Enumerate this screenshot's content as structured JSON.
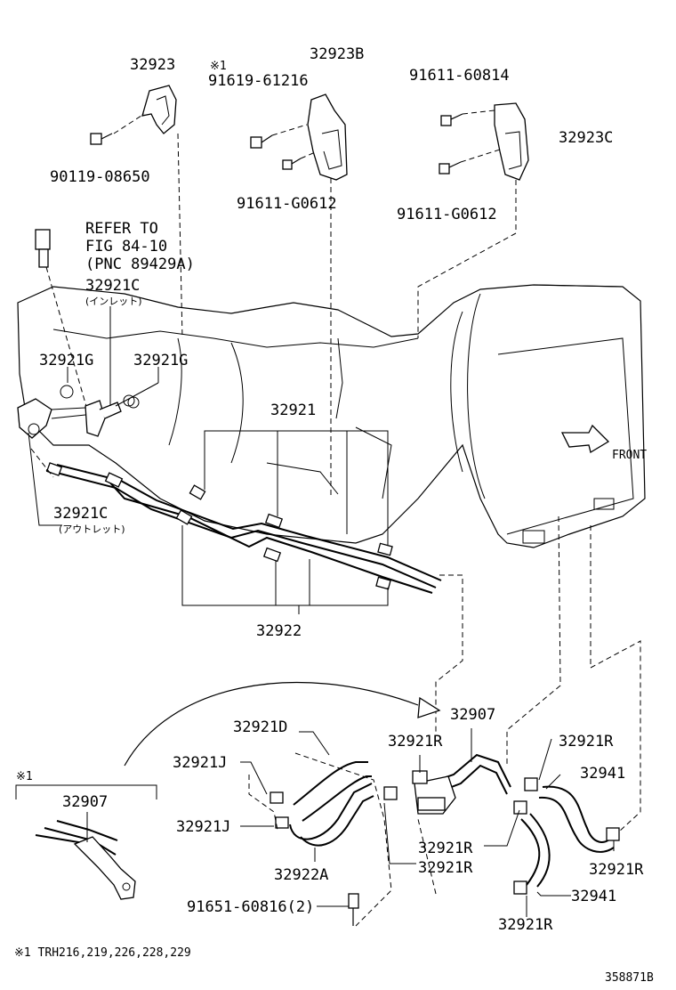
{
  "labels": {
    "p32923": "32923",
    "p90119": "90119-08650",
    "note_mark_top": "※1",
    "p91619": "91619-61216",
    "p32923B": "32923B",
    "p91611_G0612_a": "91611-G0612",
    "p91611_60814": "91611-60814",
    "p32923C": "32923C",
    "p91611_G0612_b": "91611-G0612",
    "refer_line1": "REFER TO",
    "refer_line2": "FIG 84-10",
    "refer_line3": "(PNC 89429A)",
    "p32921C_top": "32921C",
    "inlet_note": "(インレット)",
    "p32921G_left": "32921G",
    "p32921G_right": "32921G",
    "p32921": "32921",
    "front": "FRONT",
    "p32921C_bottom": "32921C",
    "outlet_note": "(アウトレット)",
    "p32922": "32922",
    "p32907_main": "32907",
    "p32921D": "32921D",
    "p32921R_1": "32921R",
    "p32921R_2": "32921R",
    "p32921J_1": "32921J",
    "p32941_1": "32941",
    "note_mark_inset": "※1",
    "p32907_inset": "32907",
    "p32921J_2": "32921J",
    "p32921R_3": "32921R",
    "p32922A": "32922A",
    "p32921R_4": "32921R",
    "p32921R_5": "32921R",
    "p91651": "91651-60816(2)",
    "p32941_2": "32941",
    "p32921R_6": "32921R",
    "footnote": "※1 TRH216,219,226,228,229",
    "figure_id": "358871B"
  },
  "icons": {
    "bolt": "bolt-icon",
    "bracket": "bracket-icon",
    "clamp": "clamp-icon",
    "front_arrow": "front-arrow-icon"
  }
}
